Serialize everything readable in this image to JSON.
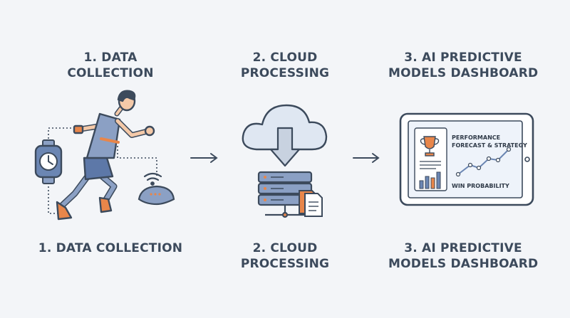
{
  "steps": [
    {
      "top_line1": "1. DATA",
      "top_line2": "COLLECTION",
      "bottom_line1": "1. DATA COLLECTION",
      "bottom_line2": ""
    },
    {
      "top_line1": "2. CLOUD",
      "top_line2": "PROCESSING",
      "bottom_line1": "2. CLOUD",
      "bottom_line2": "PROCESSING"
    },
    {
      "top_line1": "3. AI PREDICTIVE",
      "top_line2": "MODELS DASHBOARD",
      "bottom_line1": "3. AI PREDICTIVE",
      "bottom_line2": "MODELS DASHBOARD"
    }
  ],
  "dashboard": {
    "forecast_line1": "PERFORMANCE",
    "forecast_line2": "FORECAST & STRATEGY",
    "win_label": "WIN PROBABILITY"
  },
  "colors": {
    "outline": "#3c4a5c",
    "accent_orange": "#e8864a",
    "blue": "#6b86b3",
    "light_blue": "#dfe7f2",
    "skin": "#f4c9a8"
  },
  "icons": [
    "smartwatch-icon",
    "runner-icon",
    "wearable-sensor-icon",
    "cloud-icon",
    "server-icon",
    "document-icon",
    "tablet-dashboard-icon",
    "trophy-icon"
  ]
}
